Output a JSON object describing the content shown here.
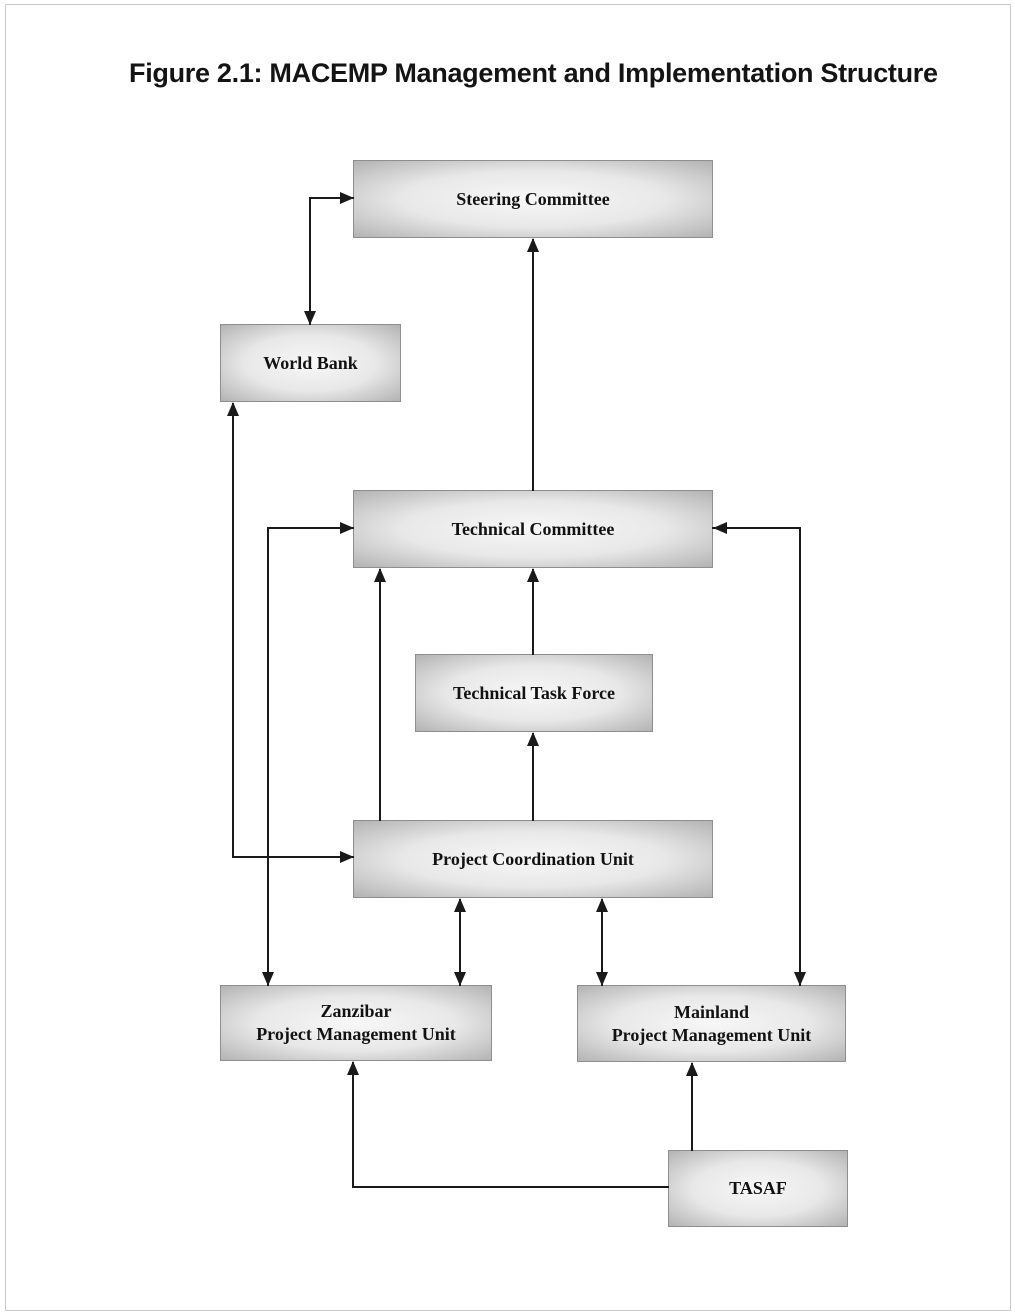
{
  "page": {
    "title": "Figure 2.1: MACEMP Management and Implementation Structure"
  },
  "diagram": {
    "nodes": {
      "steering_committee": {
        "label": "Steering Committee"
      },
      "world_bank": {
        "label": "World Bank"
      },
      "technical_committee": {
        "label": "Technical Committee"
      },
      "technical_task_force": {
        "label": "Technical Task Force"
      },
      "project_coordination_unit": {
        "label": "Project Coordination Unit"
      },
      "zanzibar_pmu": {
        "label": "Zanzibar\nProject Management Unit"
      },
      "mainland_pmu": {
        "label": "Mainland\nProject Management Unit"
      },
      "tasaf": {
        "label": "TASAF"
      }
    },
    "edges": [
      {
        "from": "steering_committee",
        "to": "world_bank",
        "arrows": "both"
      },
      {
        "from": "technical_committee",
        "to": "steering_committee",
        "arrows": "to"
      },
      {
        "from": "project_coordination_unit",
        "to": "world_bank",
        "arrows": "both"
      },
      {
        "from": "technical_committee",
        "to": "zanzibar_pmu",
        "arrows": "both"
      },
      {
        "from": "project_coordination_unit",
        "to": "technical_committee",
        "arrows": "to"
      },
      {
        "from": "project_coordination_unit",
        "to": "technical_task_force",
        "arrows": "to"
      },
      {
        "from": "technical_task_force",
        "to": "technical_committee",
        "arrows": "to"
      },
      {
        "from": "project_coordination_unit",
        "to": "zanzibar_pmu",
        "arrows": "both"
      },
      {
        "from": "project_coordination_unit",
        "to": "mainland_pmu",
        "arrows": "both"
      },
      {
        "from": "technical_committee",
        "to": "mainland_pmu",
        "arrows": "both"
      },
      {
        "from": "tasaf",
        "to": "zanzibar_pmu",
        "arrows": "to"
      },
      {
        "from": "tasaf",
        "to": "mainland_pmu",
        "arrows": "to"
      }
    ],
    "colors": {
      "line": "#1a1a1a",
      "box_border": "#8e8e8e",
      "box_fill_center": "#f6f6f6",
      "box_fill_edge": "#b3b3b3",
      "page_frame": "#cbcbcb"
    }
  }
}
